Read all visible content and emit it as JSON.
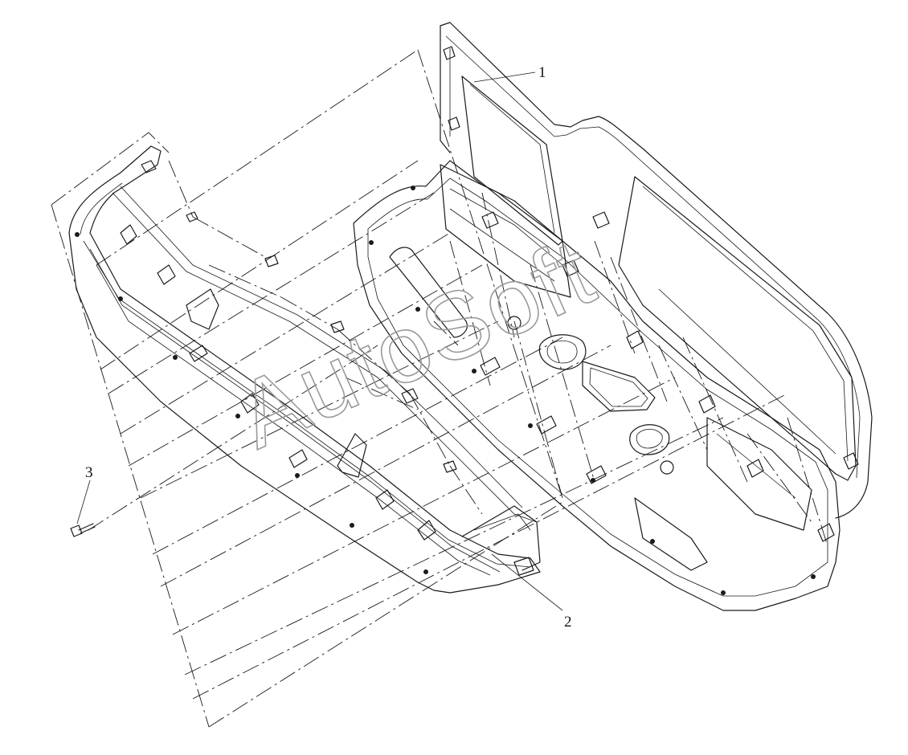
{
  "diagram": {
    "watermark": "AutoSoft",
    "callouts": [
      {
        "id": "1",
        "label": "1"
      },
      {
        "id": "2",
        "label": "2"
      },
      {
        "id": "3",
        "label": "3"
      }
    ],
    "line_color": "#1a1a1a",
    "watermark_color": "#9a9a9a"
  }
}
